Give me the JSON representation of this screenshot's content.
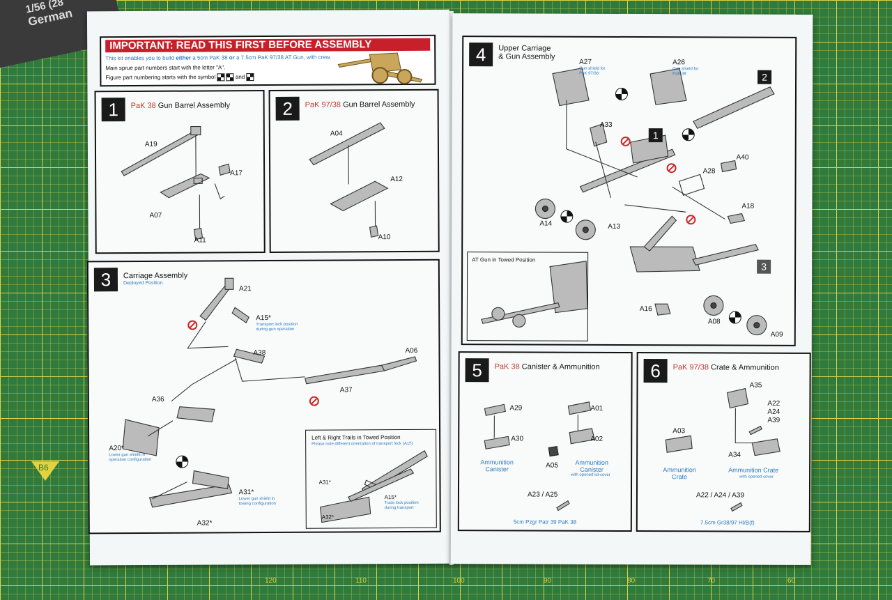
{
  "background": {
    "box_title_1": "1/56 (28",
    "box_title_2": "German",
    "mat_label": "B6",
    "ruler_ticks": [
      "120",
      "110",
      "100",
      "90",
      "80",
      "70",
      "60"
    ]
  },
  "important": {
    "heading": "IMPORTANT: READ THIS FIRST BEFORE ASSEMBLY",
    "line1_pre": "This kit enables you to build",
    "line1_either": "either",
    "line1_mid1": "a 5cm PaK 38",
    "line1_or": "or",
    "line1_mid2": "a 7.5cm PaK 97/38 AT Gun, with crew.",
    "line2": "Main sprue part numbers start with the letter \"A\".",
    "line3_pre": "Figure part numbering starts with the symbol",
    "line3_and": "and"
  },
  "step1": {
    "number": "1",
    "title_red": "PaK 38",
    "title": "Gun Barrel Assembly",
    "parts": [
      "A19",
      "A17",
      "A07",
      "A11"
    ]
  },
  "step2": {
    "number": "2",
    "title_red": "PaK 97/38",
    "title": "Gun Barrel Assembly",
    "parts": [
      "A04",
      "A12",
      "A10"
    ]
  },
  "step3": {
    "number": "3",
    "title": "Carriage Assembly",
    "subtitle": "Deployed Position",
    "parts": [
      "A21",
      "A15*",
      "A38",
      "A06",
      "A36",
      "A37",
      "A20*",
      "A31*",
      "A32*"
    ],
    "note_a15": [
      "Transport lock position",
      "during gun operation"
    ],
    "note_a20": [
      "Lower gun shield in",
      "operation configuration"
    ],
    "note_a31": [
      "Lower gun shield in",
      "towing configuration"
    ],
    "inset": {
      "title": "Left & Right Trails in Towed Position",
      "subtitle": "Please note different orientation of transport lock (A15)",
      "parts": [
        "A31*",
        "A15*",
        "A32*"
      ],
      "note_a15": [
        "Trails lock position",
        "during transport"
      ]
    }
  },
  "step4": {
    "number": "4",
    "title_l1": "Upper Carriage",
    "title_l2": "& Gun Assembly",
    "parts": [
      "A27",
      "A26",
      "A33",
      "A40",
      "A28",
      "A18",
      "A14",
      "A13",
      "A16",
      "A08",
      "A09"
    ],
    "note_a27": [
      "Gun shield for",
      "PaK 97/38"
    ],
    "note_a26": [
      "Gun shield for",
      "PaK 38"
    ],
    "badges": [
      "2",
      "1",
      "3"
    ],
    "inset_title": "AT Gun in Towed Position"
  },
  "step5": {
    "number": "5",
    "title_red": "PaK 38",
    "title": "Canister & Ammunition",
    "parts": [
      "A29",
      "A01",
      "A30",
      "A02",
      "A05"
    ],
    "label_left": [
      "Ammunition",
      "Canister"
    ],
    "label_right": [
      "Ammunition",
      "Canister"
    ],
    "note_right": "with opened lid-cover",
    "ammo": "A23 / A25",
    "caption": "5cm Pzgr Patr 39 PaK 38"
  },
  "step6": {
    "number": "6",
    "title_red": "PaK 97/38",
    "title": "Crate & Ammunition",
    "parts": [
      "A35",
      "A22",
      "A24",
      "A39",
      "A03",
      "A34"
    ],
    "label_left": [
      "Ammunition",
      "Crate"
    ],
    "label_right": "Ammunition Crate",
    "note_right": "with opened cover",
    "ammo": "A22 / A24 / A39",
    "caption": "7.5cm Gr38/97 Hl/B(f)"
  }
}
